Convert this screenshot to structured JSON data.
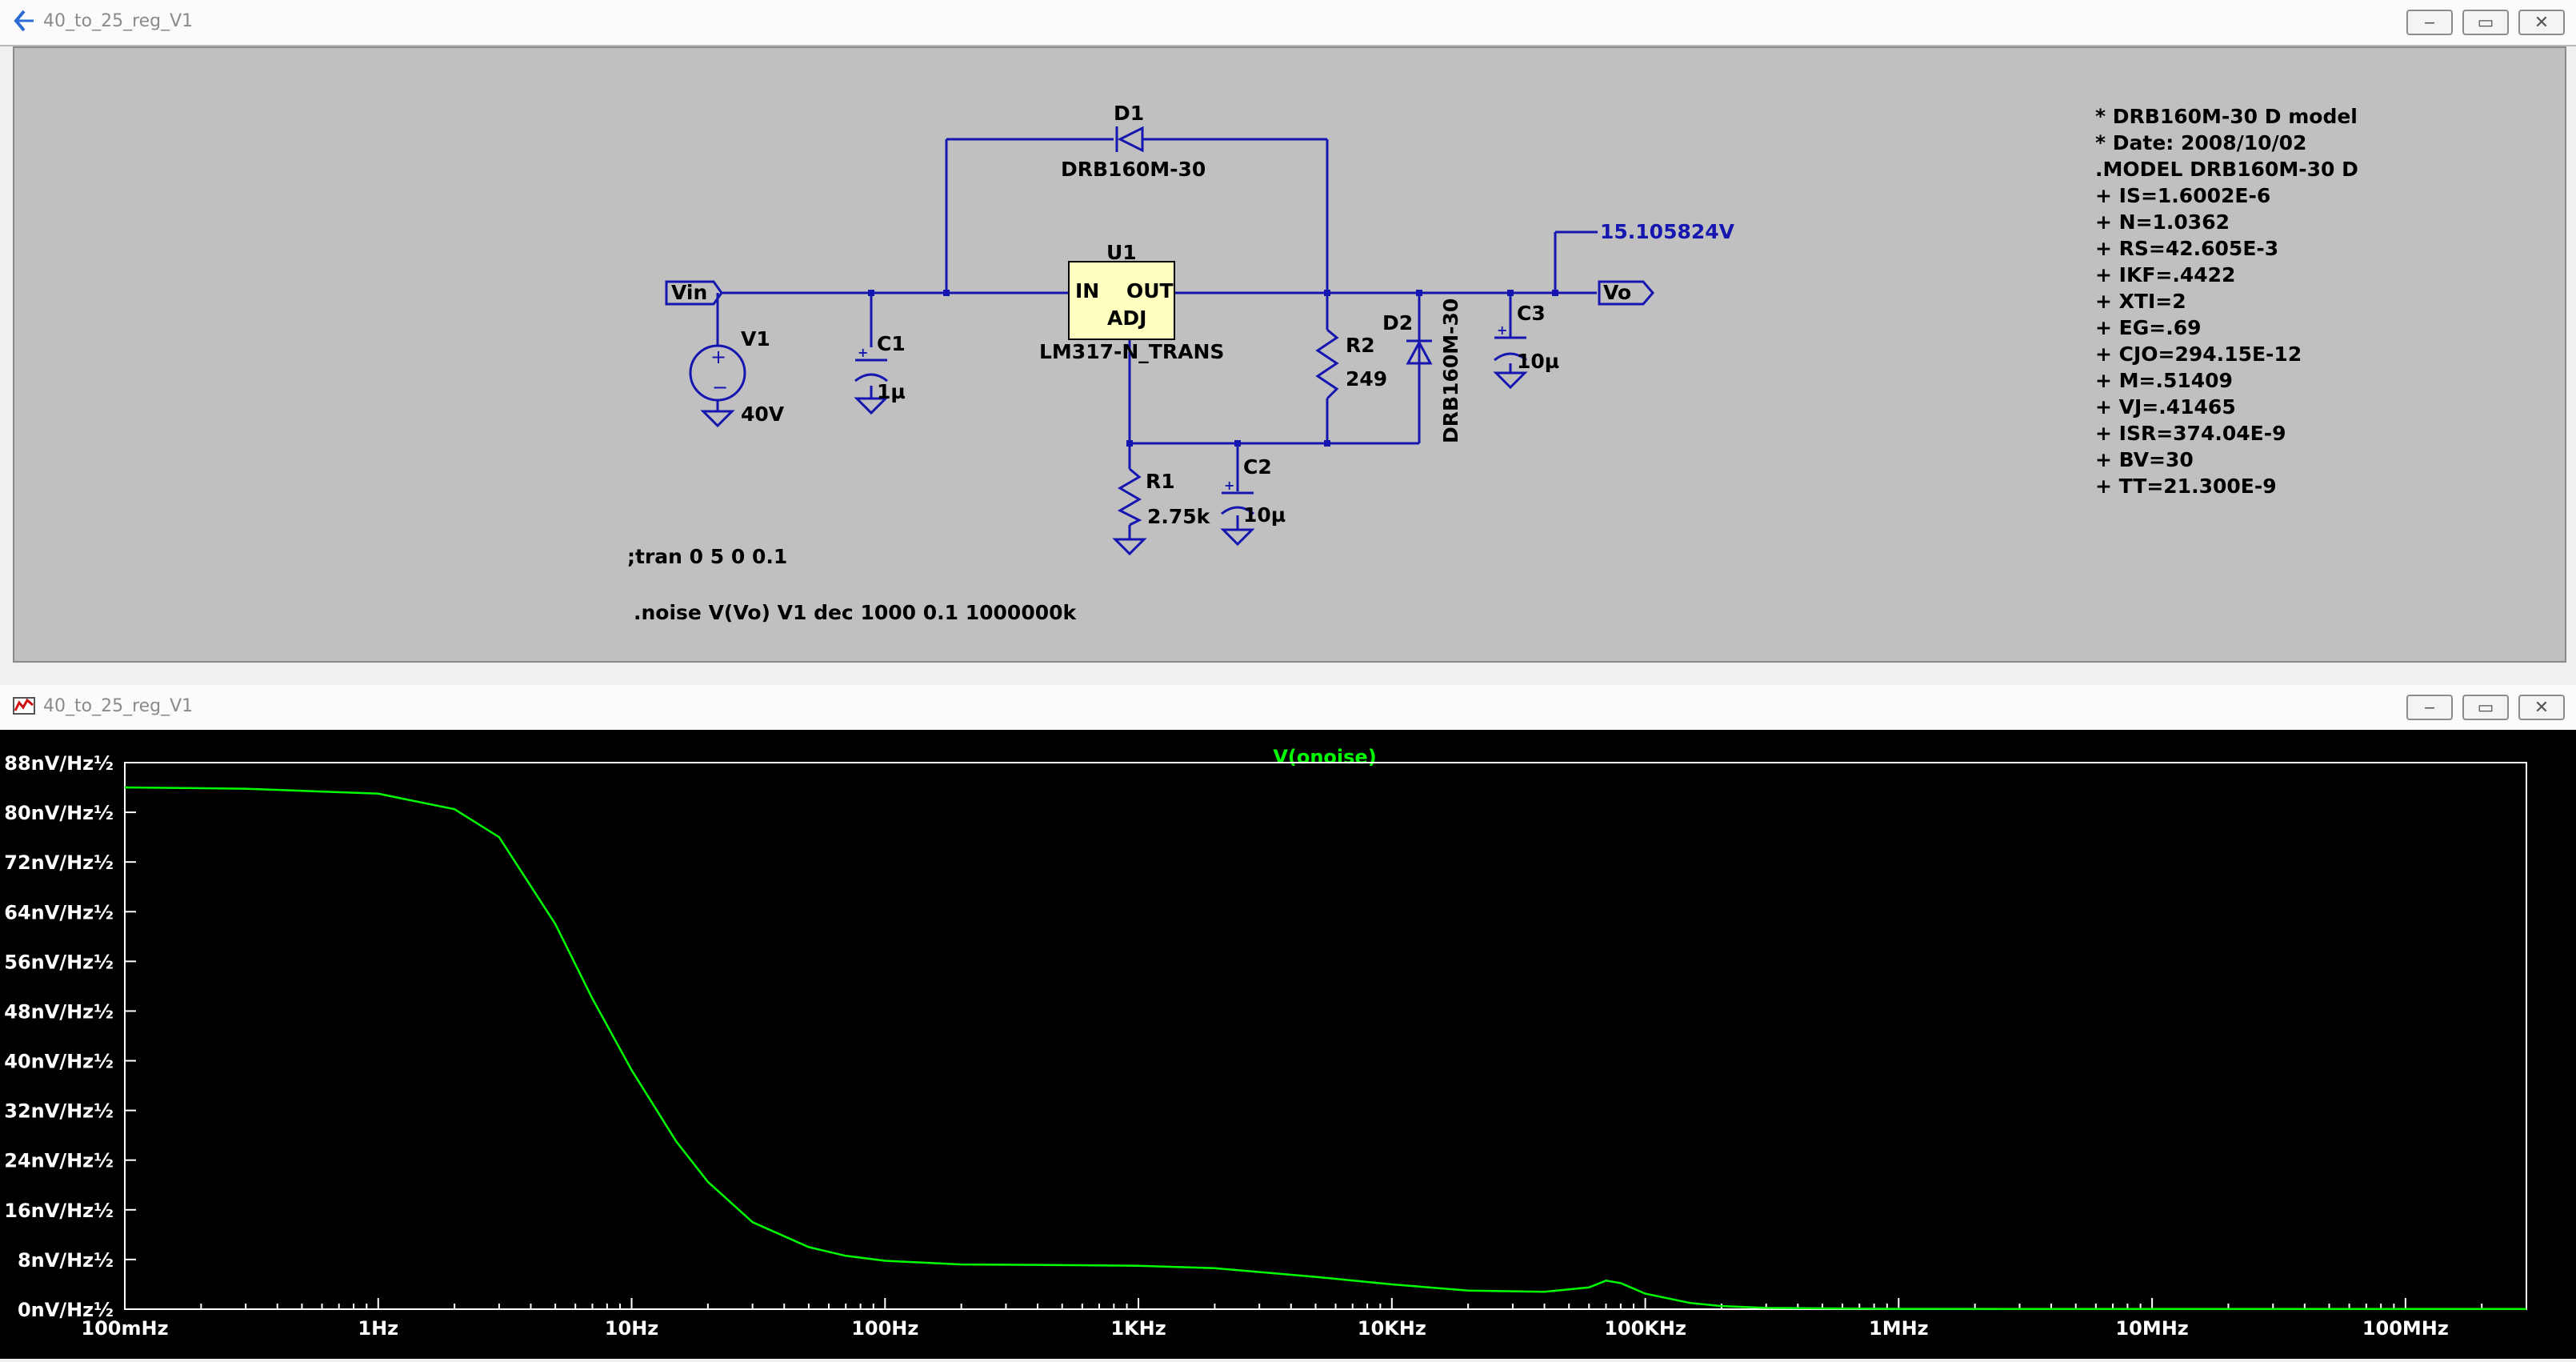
{
  "schematic_window": {
    "title": "40_to_25_reg_V1"
  },
  "plot_window": {
    "title": "40_to_25_reg_V1"
  },
  "window_buttons": {
    "minimize": "‒",
    "restore": "▭",
    "close": "✕"
  },
  "schematic": {
    "ports": {
      "vin": "Vin",
      "vo": "Vo"
    },
    "labels": {
      "d1_ref": "D1",
      "d1_model": "DRB160M-30",
      "u1_ref": "U1",
      "u1_model": "LM317-N_TRANS",
      "u1_in": "IN",
      "u1_out": "OUT",
      "u1_adj": "ADJ",
      "v1_ref": "V1",
      "v1_val": "40V",
      "c1_ref": "C1",
      "c1_val": "1µ",
      "c2_ref": "C2",
      "c2_val": "10µ",
      "c3_ref": "C3",
      "c3_val": "10µ",
      "r1_ref": "R1",
      "r1_val": "2.75k",
      "r2_ref": "R2",
      "r2_val": "249",
      "d2_ref": "D2",
      "d2_model": "DRB160M-30",
      "vo_probe": "15.105824V"
    },
    "directives": [
      ";tran 0 5 0 0.1",
      ".noise V(Vo) V1 dec 1000 0.1 1000000k"
    ],
    "model_text": [
      "* DRB160M-30 D model",
      "* Date: 2008/10/02",
      ".MODEL DRB160M-30 D",
      "+ IS=1.6002E-6",
      "+ N=1.0362",
      "+ RS=42.605E-3",
      "+ IKF=.4422",
      "+ XTI=2",
      "+ EG=.69",
      "+ CJO=294.15E-12",
      "+ M=.51409",
      "+ VJ=.41465",
      "+ ISR=374.04E-9",
      "+ BV=30",
      "+ TT=21.300E-9"
    ]
  },
  "chart_data": {
    "type": "line",
    "title": "V(onoise)",
    "x_scale": "log",
    "xlim": [
      0.1,
      300000000
    ],
    "ylim": [
      0,
      88
    ],
    "xticks": [
      {
        "v": 0.1,
        "label": "100mHz"
      },
      {
        "v": 1,
        "label": "1Hz"
      },
      {
        "v": 10,
        "label": "10Hz"
      },
      {
        "v": 100,
        "label": "100Hz"
      },
      {
        "v": 1000,
        "label": "1KHz"
      },
      {
        "v": 10000,
        "label": "10KHz"
      },
      {
        "v": 100000,
        "label": "100KHz"
      },
      {
        "v": 1000000,
        "label": "1MHz"
      },
      {
        "v": 10000000,
        "label": "10MHz"
      },
      {
        "v": 100000000,
        "label": "100MHz"
      }
    ],
    "yticks": [
      {
        "v": 88,
        "label": "88nV/Hz½"
      },
      {
        "v": 80,
        "label": "80nV/Hz½"
      },
      {
        "v": 72,
        "label": "72nV/Hz½"
      },
      {
        "v": 64,
        "label": "64nV/Hz½"
      },
      {
        "v": 56,
        "label": "56nV/Hz½"
      },
      {
        "v": 48,
        "label": "48nV/Hz½"
      },
      {
        "v": 40,
        "label": "40nV/Hz½"
      },
      {
        "v": 32,
        "label": "32nV/Hz½"
      },
      {
        "v": 24,
        "label": "24nV/Hz½"
      },
      {
        "v": 16,
        "label": "16nV/Hz½"
      },
      {
        "v": 8,
        "label": "8nV/Hz½"
      },
      {
        "v": 0,
        "label": "0nV/Hz½"
      }
    ],
    "series": [
      {
        "name": "V(onoise)",
        "color": "#00ff00",
        "x": [
          0.1,
          0.3,
          1,
          2,
          3,
          5,
          7,
          10,
          15,
          20,
          30,
          50,
          70,
          100,
          200,
          500,
          1000,
          2000,
          5000,
          10000,
          20000,
          40000,
          60000,
          70000,
          80000,
          100000,
          150000,
          200000,
          300000,
          1000000,
          10000000,
          100000000,
          300000000
        ],
        "y": [
          84,
          83.8,
          83,
          80.5,
          76,
          62,
          50,
          38.5,
          27,
          20.5,
          14,
          10,
          8.6,
          7.8,
          7.2,
          7.1,
          7,
          6.6,
          5.2,
          4,
          3,
          2.8,
          3.5,
          4.6,
          4.2,
          2.5,
          1,
          0.5,
          0.2,
          0.05,
          0.02,
          0.02,
          0.02
        ]
      }
    ]
  }
}
